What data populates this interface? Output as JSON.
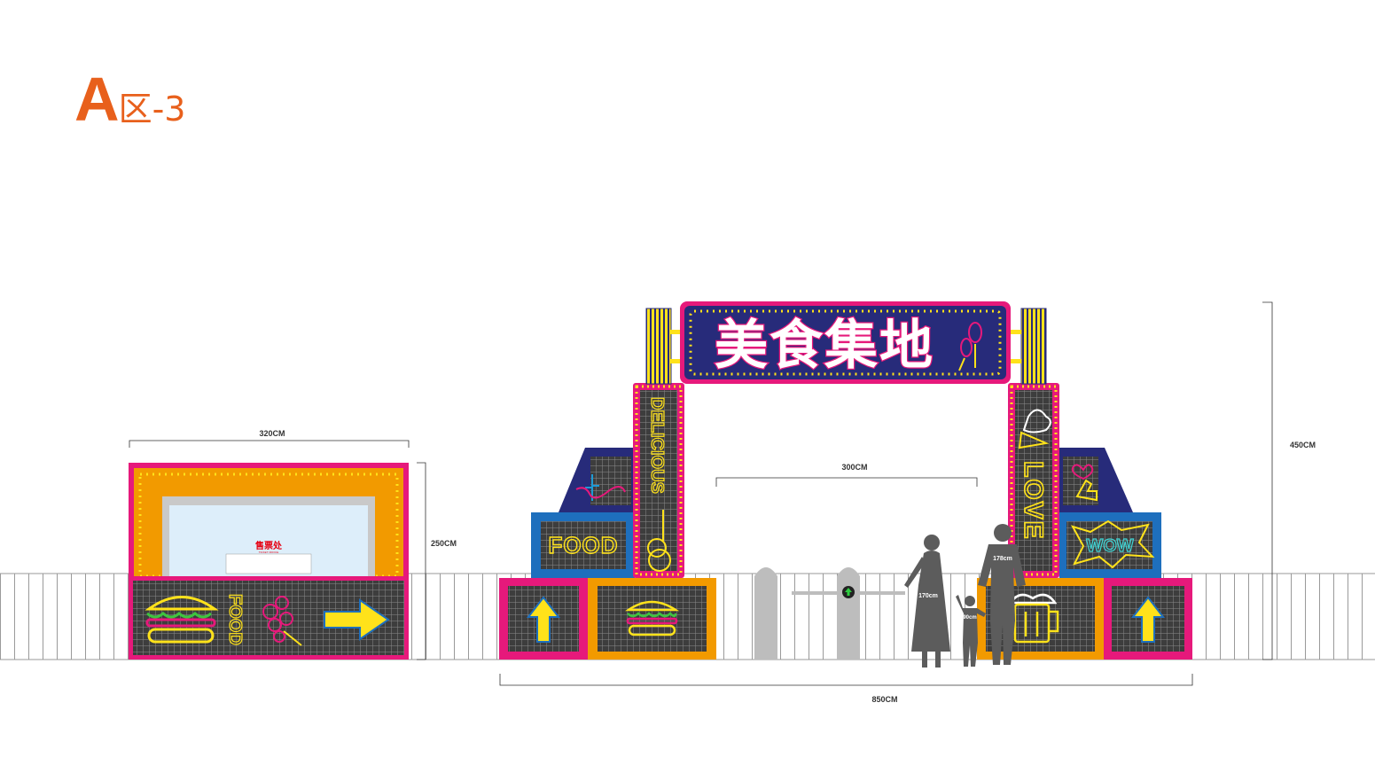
{
  "title": {
    "zone": "A",
    "suffix": "区-3"
  },
  "colors": {
    "accent": "#e8601c",
    "magenta": "#e6197b",
    "orange": "#f29a00",
    "blue": "#1e6fbd",
    "navy": "#272b7a",
    "yellow": "#ffe21a",
    "grid_bg": "#4a4a4a",
    "fence": "#9a9a9a"
  },
  "ticket_booth": {
    "label": "售票处",
    "sublabel": "TICKET OFFICE",
    "panel_text": "FOOD",
    "dim_width": "320CM",
    "dim_height": "250CM"
  },
  "gate": {
    "banner_title": "美食集地",
    "left_column_text": "DELICIOUS",
    "right_column_text": "LOVE",
    "left_block_text": "FOOD",
    "right_block_text": "WOW",
    "dim_opening": "300CM",
    "dim_total_width": "850CM",
    "dim_height": "450CM"
  },
  "figures": {
    "woman_height": "170cm",
    "man_height": "178cm",
    "child_height": "90cm"
  },
  "icons": [
    "burger-icon",
    "arrow-right-icon",
    "arrow-up-icon",
    "guitar-icon",
    "ice-cream-icon",
    "beer-mug-icon",
    "skewer-icon",
    "cactus-icon",
    "heart-hand-icon"
  ]
}
